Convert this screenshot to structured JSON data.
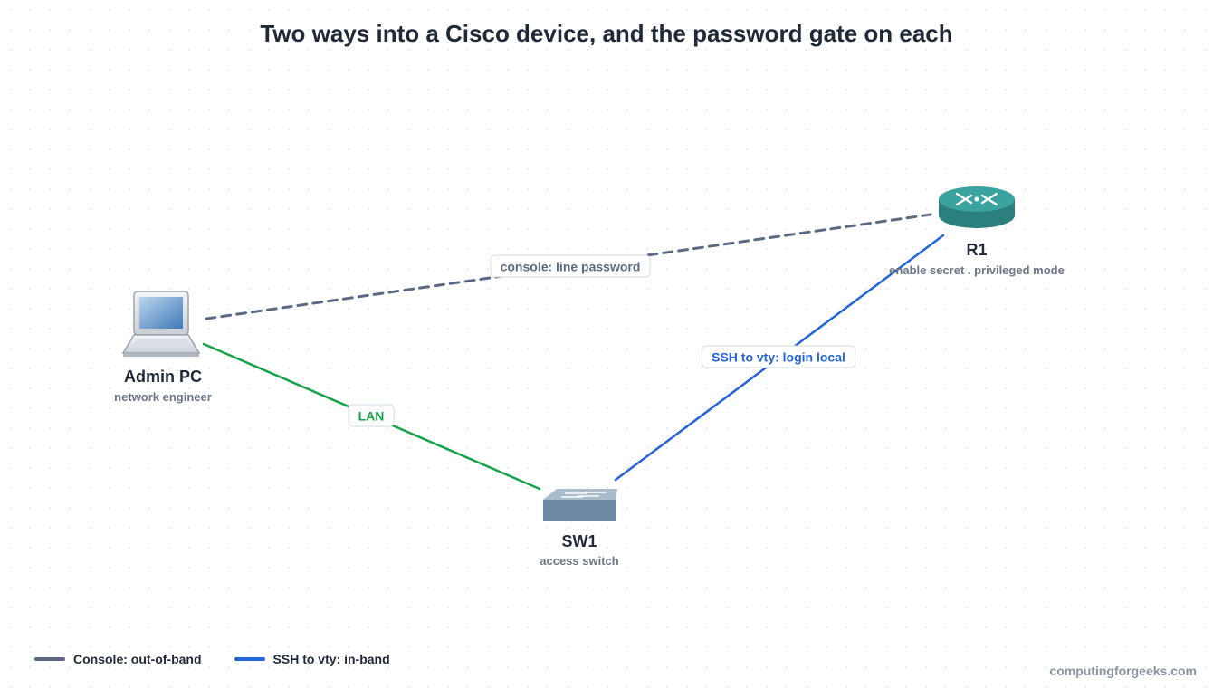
{
  "title": "Two ways into a Cisco device, and the password gate on each",
  "colors": {
    "console": "#5b6a82",
    "ssh": "#2563d8",
    "lan": "#16a34a",
    "router": "#2f8f8d",
    "switch": "#6f8aa3"
  },
  "nodes": [
    {
      "id": "admin-pc",
      "icon": "laptop-icon",
      "name": "Admin PC",
      "subtitle": "network engineer"
    },
    {
      "id": "sw1",
      "icon": "switch-icon",
      "name": "SW1",
      "subtitle": "access switch"
    },
    {
      "id": "r1",
      "icon": "router-icon",
      "name": "R1",
      "subtitle": "enable secret . privileged mode"
    }
  ],
  "edges": [
    {
      "id": "console",
      "from": "admin-pc",
      "to": "r1",
      "style": "dashed",
      "color_key": "console",
      "label": "console: line password"
    },
    {
      "id": "lan",
      "from": "admin-pc",
      "to": "sw1",
      "style": "solid",
      "color_key": "lan",
      "label": "LAN"
    },
    {
      "id": "ssh",
      "from": "sw1",
      "to": "r1",
      "style": "solid",
      "color_key": "ssh",
      "label": "SSH to vty: login local"
    }
  ],
  "legend": [
    {
      "color_key": "console",
      "label": "Console: out-of-band"
    },
    {
      "color_key": "ssh",
      "label": "SSH to vty: in-band"
    }
  ],
  "watermark": "computingforgeeks.com"
}
